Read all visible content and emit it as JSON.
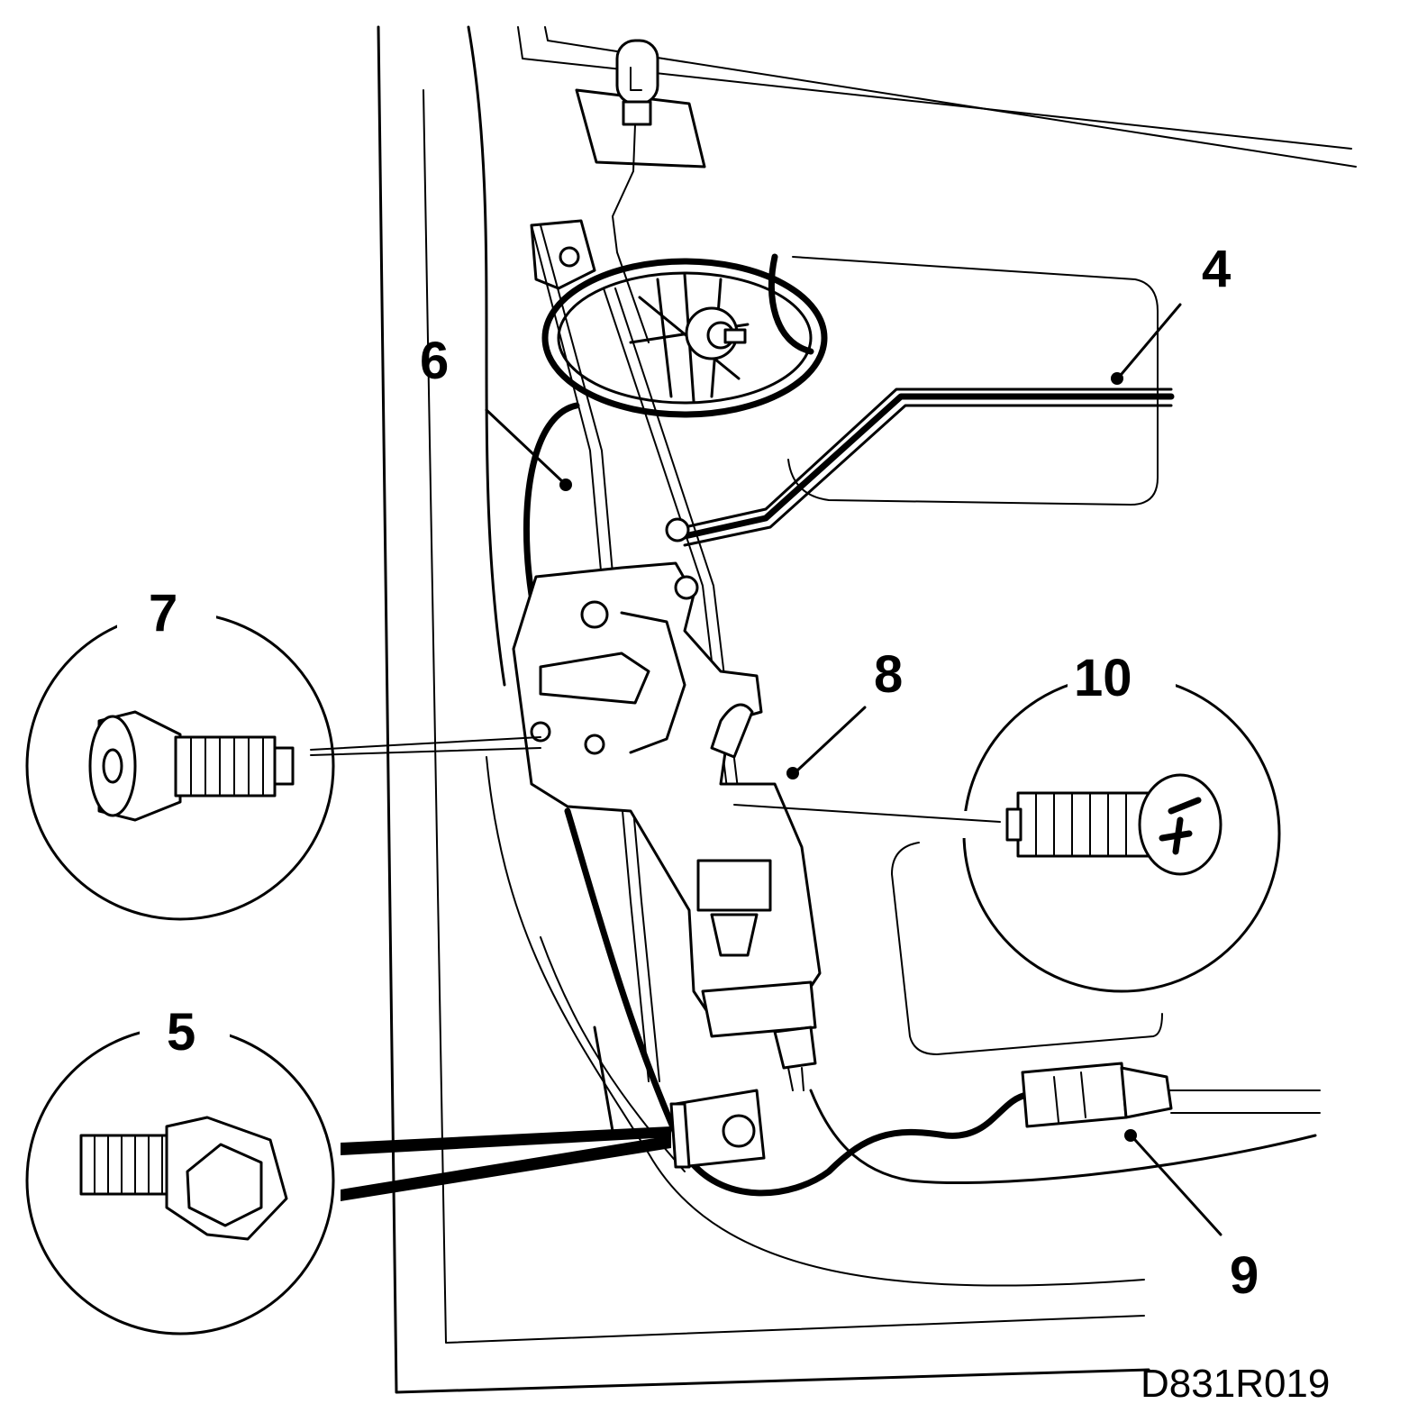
{
  "diagram": {
    "callouts": {
      "c4": "4",
      "c5": "5",
      "c6": "6",
      "c7": "7",
      "c8": "8",
      "c9": "9",
      "c10": "10"
    },
    "drawing_code": "D831R019"
  }
}
